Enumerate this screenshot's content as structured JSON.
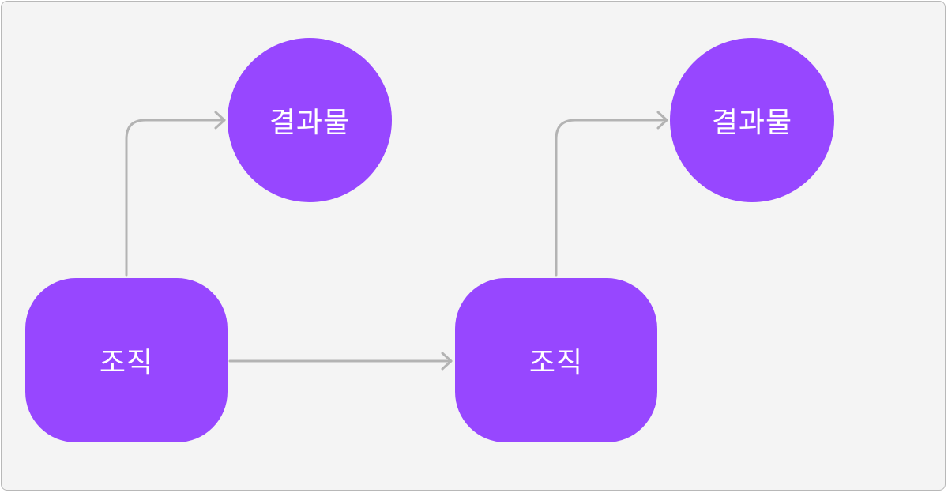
{
  "colors": {
    "background": "#f4f4f4",
    "border": "#b8b8b8",
    "node_fill": "#9747ff",
    "connector": "#b3b3b3",
    "text": "#ffffff"
  },
  "diagram": {
    "nodes": {
      "org_1": {
        "label": "조직",
        "shape": "rounded-rect"
      },
      "org_2": {
        "label": "조직",
        "shape": "rounded-rect"
      },
      "result_1": {
        "label": "결과물",
        "shape": "circle"
      },
      "result_2": {
        "label": "결과물",
        "shape": "circle"
      }
    },
    "edges": [
      {
        "from": "org_1",
        "to": "result_1"
      },
      {
        "from": "org_1",
        "to": "org_2"
      },
      {
        "from": "org_2",
        "to": "result_2"
      }
    ]
  }
}
